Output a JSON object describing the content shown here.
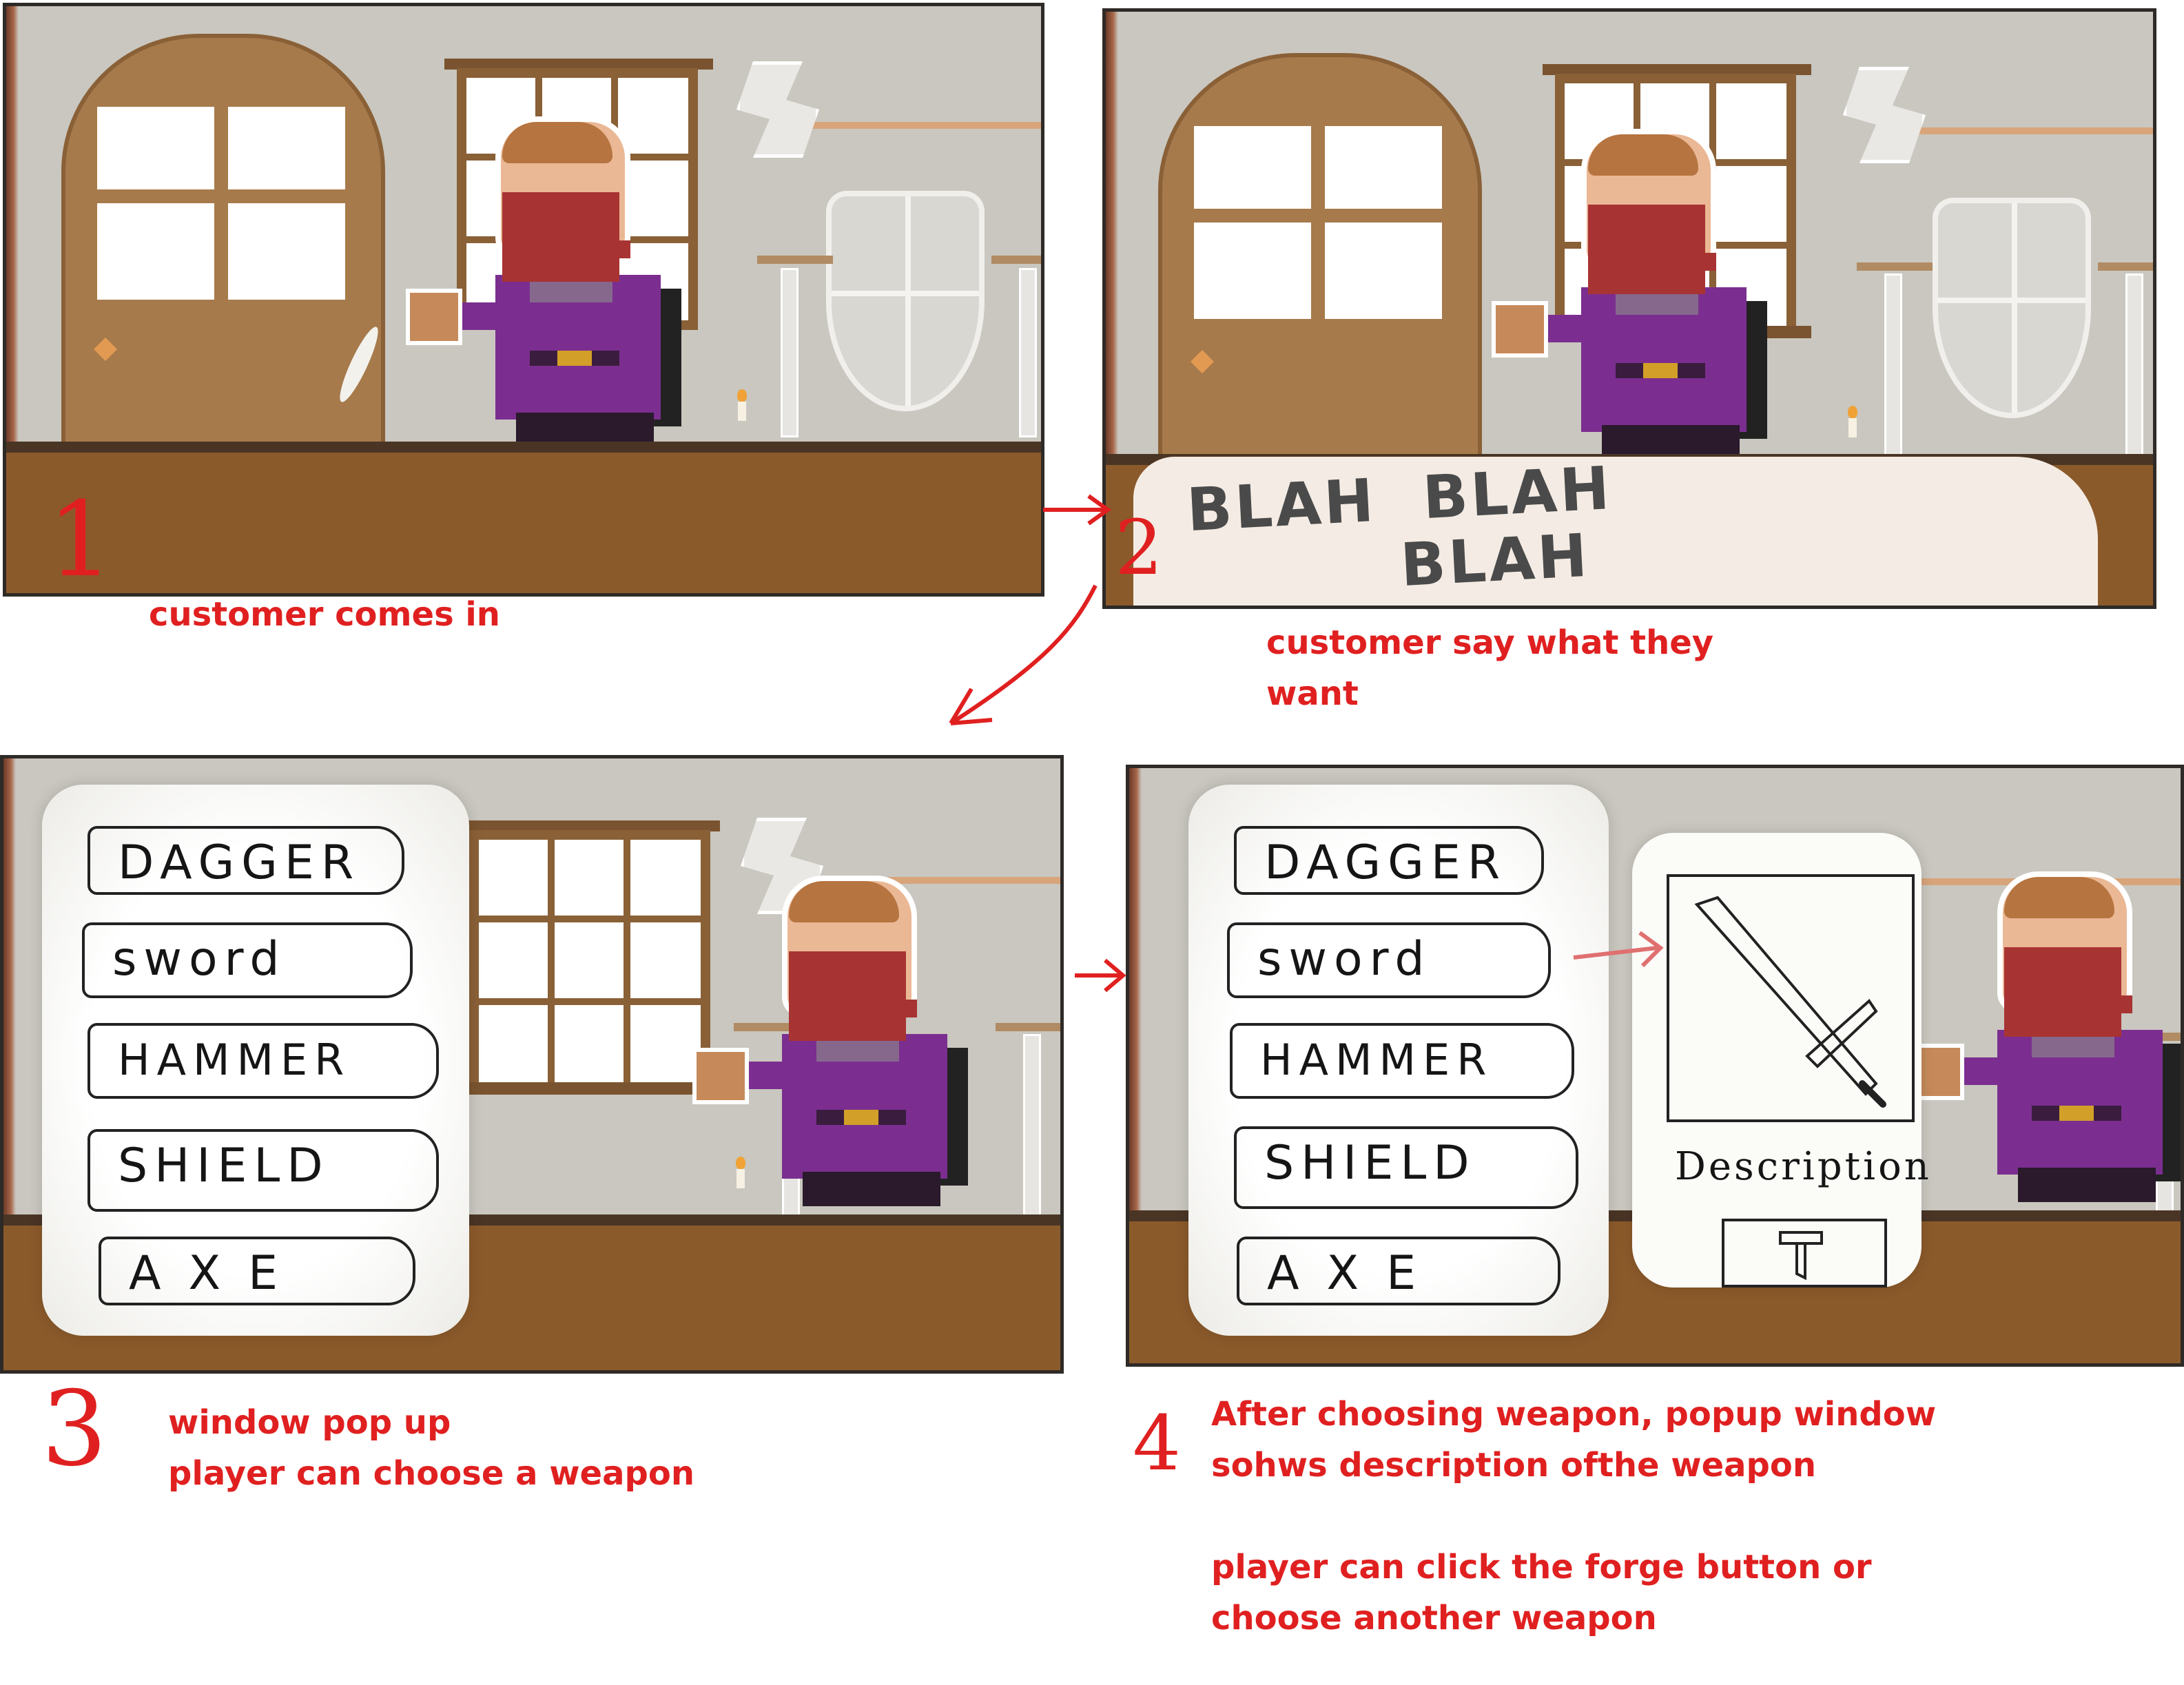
{
  "panels": [
    {
      "number": "1",
      "caption": "customer comes in"
    },
    {
      "number": "2",
      "caption": "customer say what they\nwant",
      "dialog": "BLAH  BLAH\n         BLAH"
    },
    {
      "number": "3",
      "caption": "window pop up\nplayer can choose a weapon"
    },
    {
      "number": "4",
      "caption": "After choosing weapon, popup window\nsohws description ofthe weapon\n\nplayer can click the forge button or\nchoose another weapon"
    }
  ],
  "weapon_menu": [
    "DAGGER",
    "sword",
    "HAMMER",
    "SHIELD",
    "AXE"
  ],
  "description_popup": {
    "label": "Description",
    "preview_icon": "sword-icon",
    "forge_icon": "hammer-icon"
  },
  "colors": {
    "annotation": "#e02020",
    "wall": "#c9c7bf",
    "counter": "#8b5a2b",
    "door": "#a77a4b",
    "cloak": "#7b2e8f",
    "mask": "#a83333"
  }
}
